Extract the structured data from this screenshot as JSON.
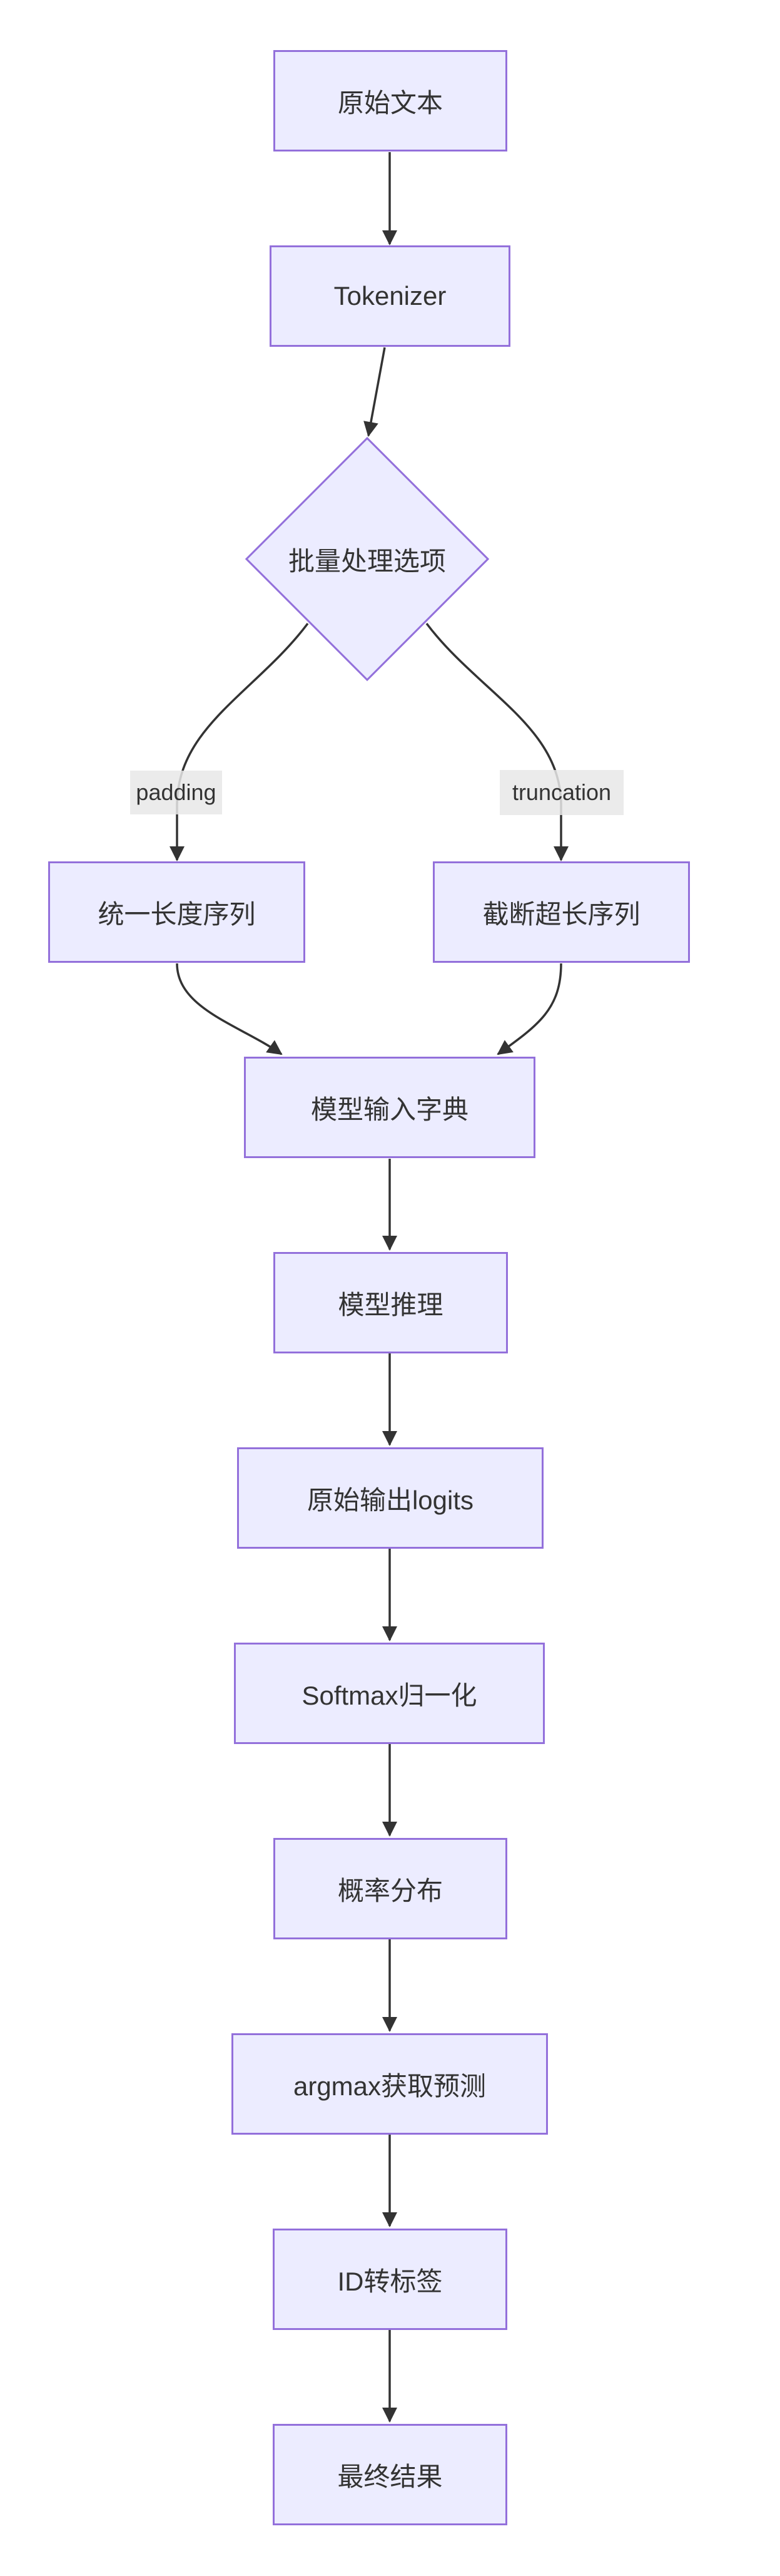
{
  "diagram": {
    "type": "flowchart",
    "direction": "top-down",
    "colors": {
      "background": "#ffffff",
      "node_fill": "#ECECFF",
      "node_border": "#9370DB",
      "edge_color": "#333333",
      "text_color": "#333333",
      "edge_label_bg": "rgba(232,232,232,0.85)"
    },
    "nodes": [
      {
        "id": "raw-text",
        "shape": "rect",
        "label": "原始文本"
      },
      {
        "id": "tokenizer",
        "shape": "rect",
        "label": "Tokenizer"
      },
      {
        "id": "batch-options",
        "shape": "diamond",
        "label": "批量处理选项"
      },
      {
        "id": "padded-sequence",
        "shape": "rect",
        "label": "统一长度序列"
      },
      {
        "id": "truncated-sequence",
        "shape": "rect",
        "label": "截断超长序列"
      },
      {
        "id": "model-input-dict",
        "shape": "rect",
        "label": "模型输入字典"
      },
      {
        "id": "model-inference",
        "shape": "rect",
        "label": "模型推理"
      },
      {
        "id": "raw-logits",
        "shape": "rect",
        "label": "原始输出logits"
      },
      {
        "id": "softmax",
        "shape": "rect",
        "label": "Softmax归一化"
      },
      {
        "id": "probability-distribution",
        "shape": "rect",
        "label": "概率分布"
      },
      {
        "id": "argmax-prediction",
        "shape": "rect",
        "label": "argmax获取预测"
      },
      {
        "id": "id-to-label",
        "shape": "rect",
        "label": "ID转标签"
      },
      {
        "id": "final-result",
        "shape": "rect",
        "label": "最终结果"
      }
    ],
    "edges": [
      {
        "from": "原始文本",
        "to": "Tokenizer",
        "label": ""
      },
      {
        "from": "Tokenizer",
        "to": "批量处理选项",
        "label": ""
      },
      {
        "from": "批量处理选项",
        "to": "统一长度序列",
        "label": "padding"
      },
      {
        "from": "批量处理选项",
        "to": "截断超长序列",
        "label": "truncation"
      },
      {
        "from": "统一长度序列",
        "to": "模型输入字典",
        "label": ""
      },
      {
        "from": "截断超长序列",
        "to": "模型输入字典",
        "label": ""
      },
      {
        "from": "模型输入字典",
        "to": "模型推理",
        "label": ""
      },
      {
        "from": "模型推理",
        "to": "原始输出logits",
        "label": ""
      },
      {
        "from": "原始输出logits",
        "to": "Softmax归一化",
        "label": ""
      },
      {
        "from": "Softmax归一化",
        "to": "概率分布",
        "label": ""
      },
      {
        "from": "概率分布",
        "to": "argmax获取预测",
        "label": ""
      },
      {
        "from": "argmax获取预测",
        "to": "ID转标签",
        "label": ""
      },
      {
        "from": "ID转标签",
        "to": "最终结果",
        "label": ""
      }
    ]
  }
}
